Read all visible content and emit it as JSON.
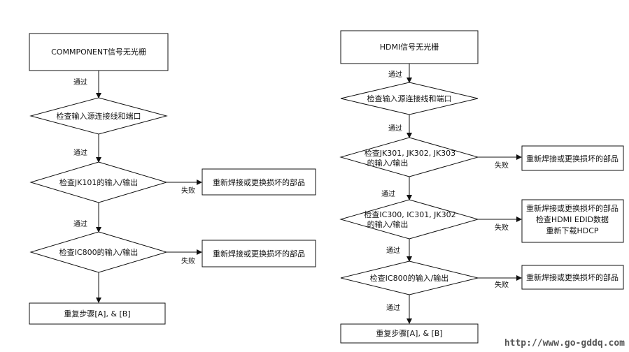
{
  "left": {
    "start": "COMMPONENT信号无光栅",
    "check_cable": "检查输入源连接线和端口",
    "check_jk": "检查JK101的输入/输出",
    "check_ic": "检查IC800的输入/输出",
    "end": "重复步骤[A], & [B]",
    "fix1": "重新焊接或更换损坏的部品",
    "fix2": "重新焊接或更换损坏的部品",
    "pass_label": "通过",
    "fail_label": "失败"
  },
  "right": {
    "start": "HDMI信号无光栅",
    "check_cable": "检查输入源连接线和端口",
    "check_jk_lines": [
      "检查JK301, JK302, JK303",
      "的输入/输出"
    ],
    "check_ic_lines": [
      "检查IC300, IC301, JK302",
      "的输入/输出"
    ],
    "check_ic800": "检查IC800的输入/输出",
    "end": "重复步骤[A], & [B]",
    "fix1": "重新焊接或更换损坏的部品",
    "fix2_lines": [
      "重新焊接或更换损坏的部品",
      "检查HDMI EDID数据",
      "重新下载HDCP"
    ],
    "fix3": "重新焊接或更换损坏的部品",
    "pass_label": "通过",
    "fail_label": "失败"
  },
  "watermark": "http://www.go-gddq.com"
}
